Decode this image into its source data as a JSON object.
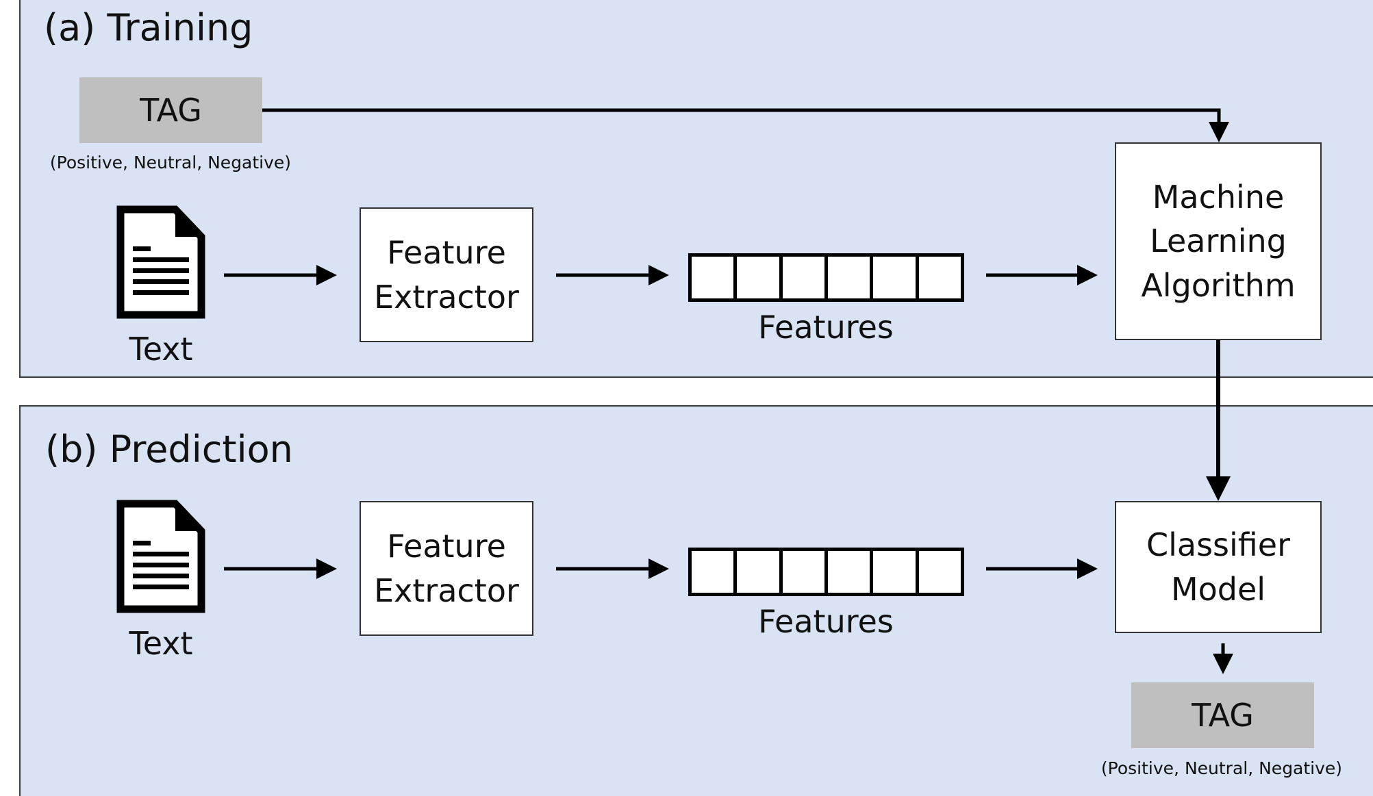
{
  "training": {
    "title": "(a) Training",
    "tag_label": "TAG",
    "tag_note": "(Positive, Neutral, Negative)",
    "text_label": "Text",
    "extractor_line1": "Feature",
    "extractor_line2": "Extractor",
    "features_label": "Features",
    "algo_line1": "Machine",
    "algo_line2": "Learning",
    "algo_line3": "Algorithm"
  },
  "prediction": {
    "title": "(b) Prediction",
    "text_label": "Text",
    "extractor_line1": "Feature",
    "extractor_line2": "Extractor",
    "features_label": "Features",
    "classifier_line1": "Classifier",
    "classifier_line2": "Model",
    "tag_label": "TAG",
    "tag_note": "(Positive, Neutral, Negative)"
  },
  "colors": {
    "panel_bg": "#dae3f3",
    "tag_bg": "#bfbfbf",
    "box_bg": "#ffffff",
    "line": "#000000"
  },
  "icons": {
    "document": "document-icon"
  }
}
